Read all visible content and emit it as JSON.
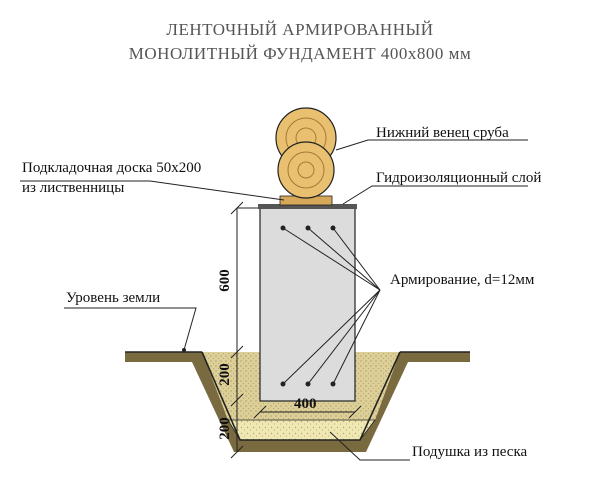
{
  "title": {
    "line1": "ЛЕНТОЧНЫЙ АРМИРОВАННЫЙ",
    "line2": "МОНОЛИТНЫЙ ФУНДАМЕНТ 400х800 мм"
  },
  "labels": {
    "log_crown": "Нижний венец сруба",
    "board_line1": "Подкладочная доска 50х200",
    "board_line2": "из лиственницы",
    "waterproofing": "Гидроизоляционный слой",
    "reinforcement": "Армирование, d=12мм",
    "ground_level": "Уровень земли",
    "sand_cushion": "Подушка из песка"
  },
  "dimensions": {
    "above_ground": "600",
    "below_ground": "200",
    "cushion": "200",
    "width": "400"
  },
  "colors": {
    "concrete": "#dcdcdc",
    "soil": "#d9c98c",
    "sand": "#efe8b4",
    "wood": "#e8c070",
    "line": "#222222"
  }
}
